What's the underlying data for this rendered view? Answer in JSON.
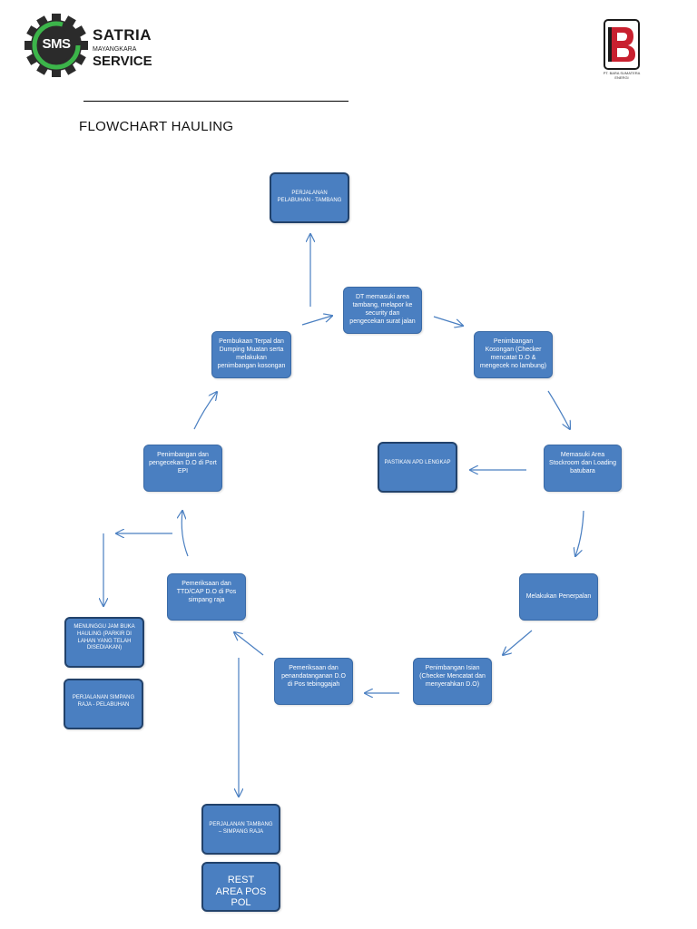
{
  "logos": {
    "left": {
      "mark": "SMS",
      "line1": "SATRIA",
      "line2": "MAYANGKARA",
      "line3": "SERVICE"
    },
    "right": {
      "caption": "PT. BARA SUMATERA ENERGI"
    }
  },
  "title": "FLOWCHART HAULING",
  "nodes": {
    "perjalanan_pelabuhan_tambang": "PERJALANAN PELABUHAN - TAMBANG",
    "dt_memasuki_area": "DT memasuki area tambang, melapor ke security dan pengecekan surat jalan",
    "penimbangan_kosongan": "Penimbangan Kosongan (Checker mencatat D.O & mengecek no lambung)",
    "memasuki_stockroom": "Memasuki Area Stockroom dan Loading batubara",
    "pastikan_apd": "PASTIKAN APD LENGKAP",
    "melakukan_penerpalan": "Melakukan Penerpalan",
    "penimbangan_isian": "Penimbangan Isian (Checker Mencatat dan menyerahkan D.O)",
    "pemeriksaan_tebinggajah": "Pemeriksaan dan penandatanganan D.O di Pos tebinggajah",
    "pemeriksaan_simpangraja": "Pemeriksaan dan TTD/CAP D.O di Pos simpang raja",
    "penimbangan_port": "Penimbangan dan pengecekan D.O di Port EPI",
    "pembukaan_terpal": "Pembukaan Terpal dan Dumping Muatan serta melakukan penimbangan kosongan",
    "menunggu_jam": "MENUNGGU JAM BUKA HAULING (PARKIR DI LAHAN YANG TELAH DISEDIAKAN)",
    "perjalanan_simpangraja_pelabuhan": "PERJALANAN SIMPANG RAJA - PELABUHAN",
    "perjalanan_tambang_simpangraja": "PERJALANAN TAMBANG – SIMPANG RAJA",
    "rest_area": "REST AREA POS POL"
  },
  "colors": {
    "box_fill": "#4a7fc1",
    "box_border": "#3a6aa6",
    "arrow": "#4a7fc1",
    "gear": "#2b2b2b",
    "gear_ring": "#3cb54a",
    "logo_red": "#c8202f"
  }
}
